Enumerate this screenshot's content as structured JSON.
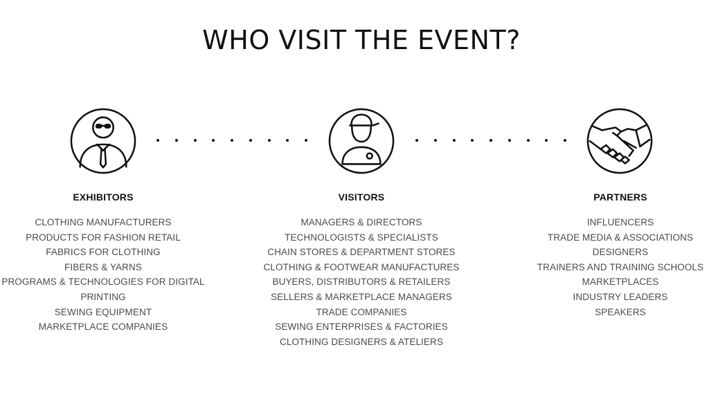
{
  "page": {
    "title": "WHO VISIT THE EVENT?"
  },
  "icons": {
    "exhibitors": "person-with-tie-icon",
    "visitors": "person-with-cap-icon",
    "partners": "handshake-icon"
  },
  "columns": {
    "exhibitors": {
      "heading": "EXHIBITORS",
      "items": [
        "CLOTHING MANUFACTURERS",
        "PRODUCTS FOR FASHION RETAIL",
        "FABRICS FOR CLOTHING",
        "FIBERS & YARNS",
        "PROGRAMS & TECHNOLOGIES FOR DIGITAL",
        "PRINTING",
        "SEWING EQUIPMENT",
        "MARKETPLACE COMPANIES"
      ]
    },
    "visitors": {
      "heading": "VISITORS",
      "items": [
        "MANAGERS & DIRECTORS",
        "TECHNOLOGISTS & SPECIALISTS",
        "CHAIN STORES & DEPARTMENT STORES",
        "CLOTHING & FOOTWEAR MANUFACTURES",
        "BUYERS, DISTRIBUTORS & RETAILERS",
        "SELLERS & MARKETPLACE MANAGERS",
        "TRADE COMPANIES",
        "SEWING ENTERPRISES & FACTORIES",
        "CLOTHING DESIGNERS & ATELIERS"
      ]
    },
    "partners": {
      "heading": "PARTNERS",
      "items": [
        "INFLUENCERS",
        "TRADE MEDIA & ASSOCIATIONS",
        "DESIGNERS",
        "TRAINERS AND TRAINING SCHOOLS",
        "MARKETPLACES",
        "INDUSTRY LEADERS",
        "SPEAKERS"
      ]
    }
  },
  "colors": {
    "text": "#111111",
    "list_text": "#4a4a4a",
    "background": "#ffffff"
  }
}
